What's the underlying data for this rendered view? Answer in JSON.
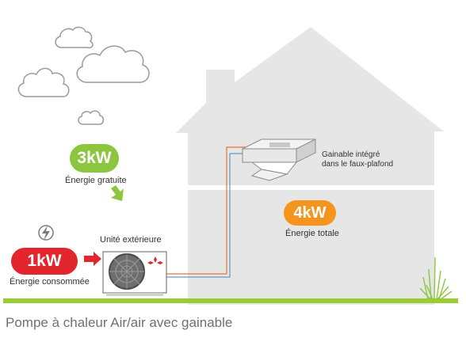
{
  "outdoor_unit": {
    "label": "Unité extérieure"
  },
  "indoor_unit": {
    "label_line1": "Gainable intégré",
    "label_line2": "dans le faux-plafond"
  },
  "free_energy": {
    "value": "3kW",
    "label": "Énergie gratuite"
  },
  "consumed_energy": {
    "value": "1kW",
    "label": "Énergie consommée"
  },
  "total_energy": {
    "value": "4kW",
    "label": "Énergie totale"
  },
  "caption": "Pompe à chaleur Air/air avec gainable",
  "colors": {
    "free": "#8cc63f",
    "consumed": "#e3262d",
    "total": "#f7941d",
    "house": "#e6e6e6",
    "ground": "#9acd32"
  },
  "icons": [
    "cloud-icon",
    "lightning-icon",
    "arrow-right-icon",
    "arrow-down-icon",
    "grass-icon",
    "mitsubishi-logo-icon",
    "fan-grille-icon"
  ]
}
